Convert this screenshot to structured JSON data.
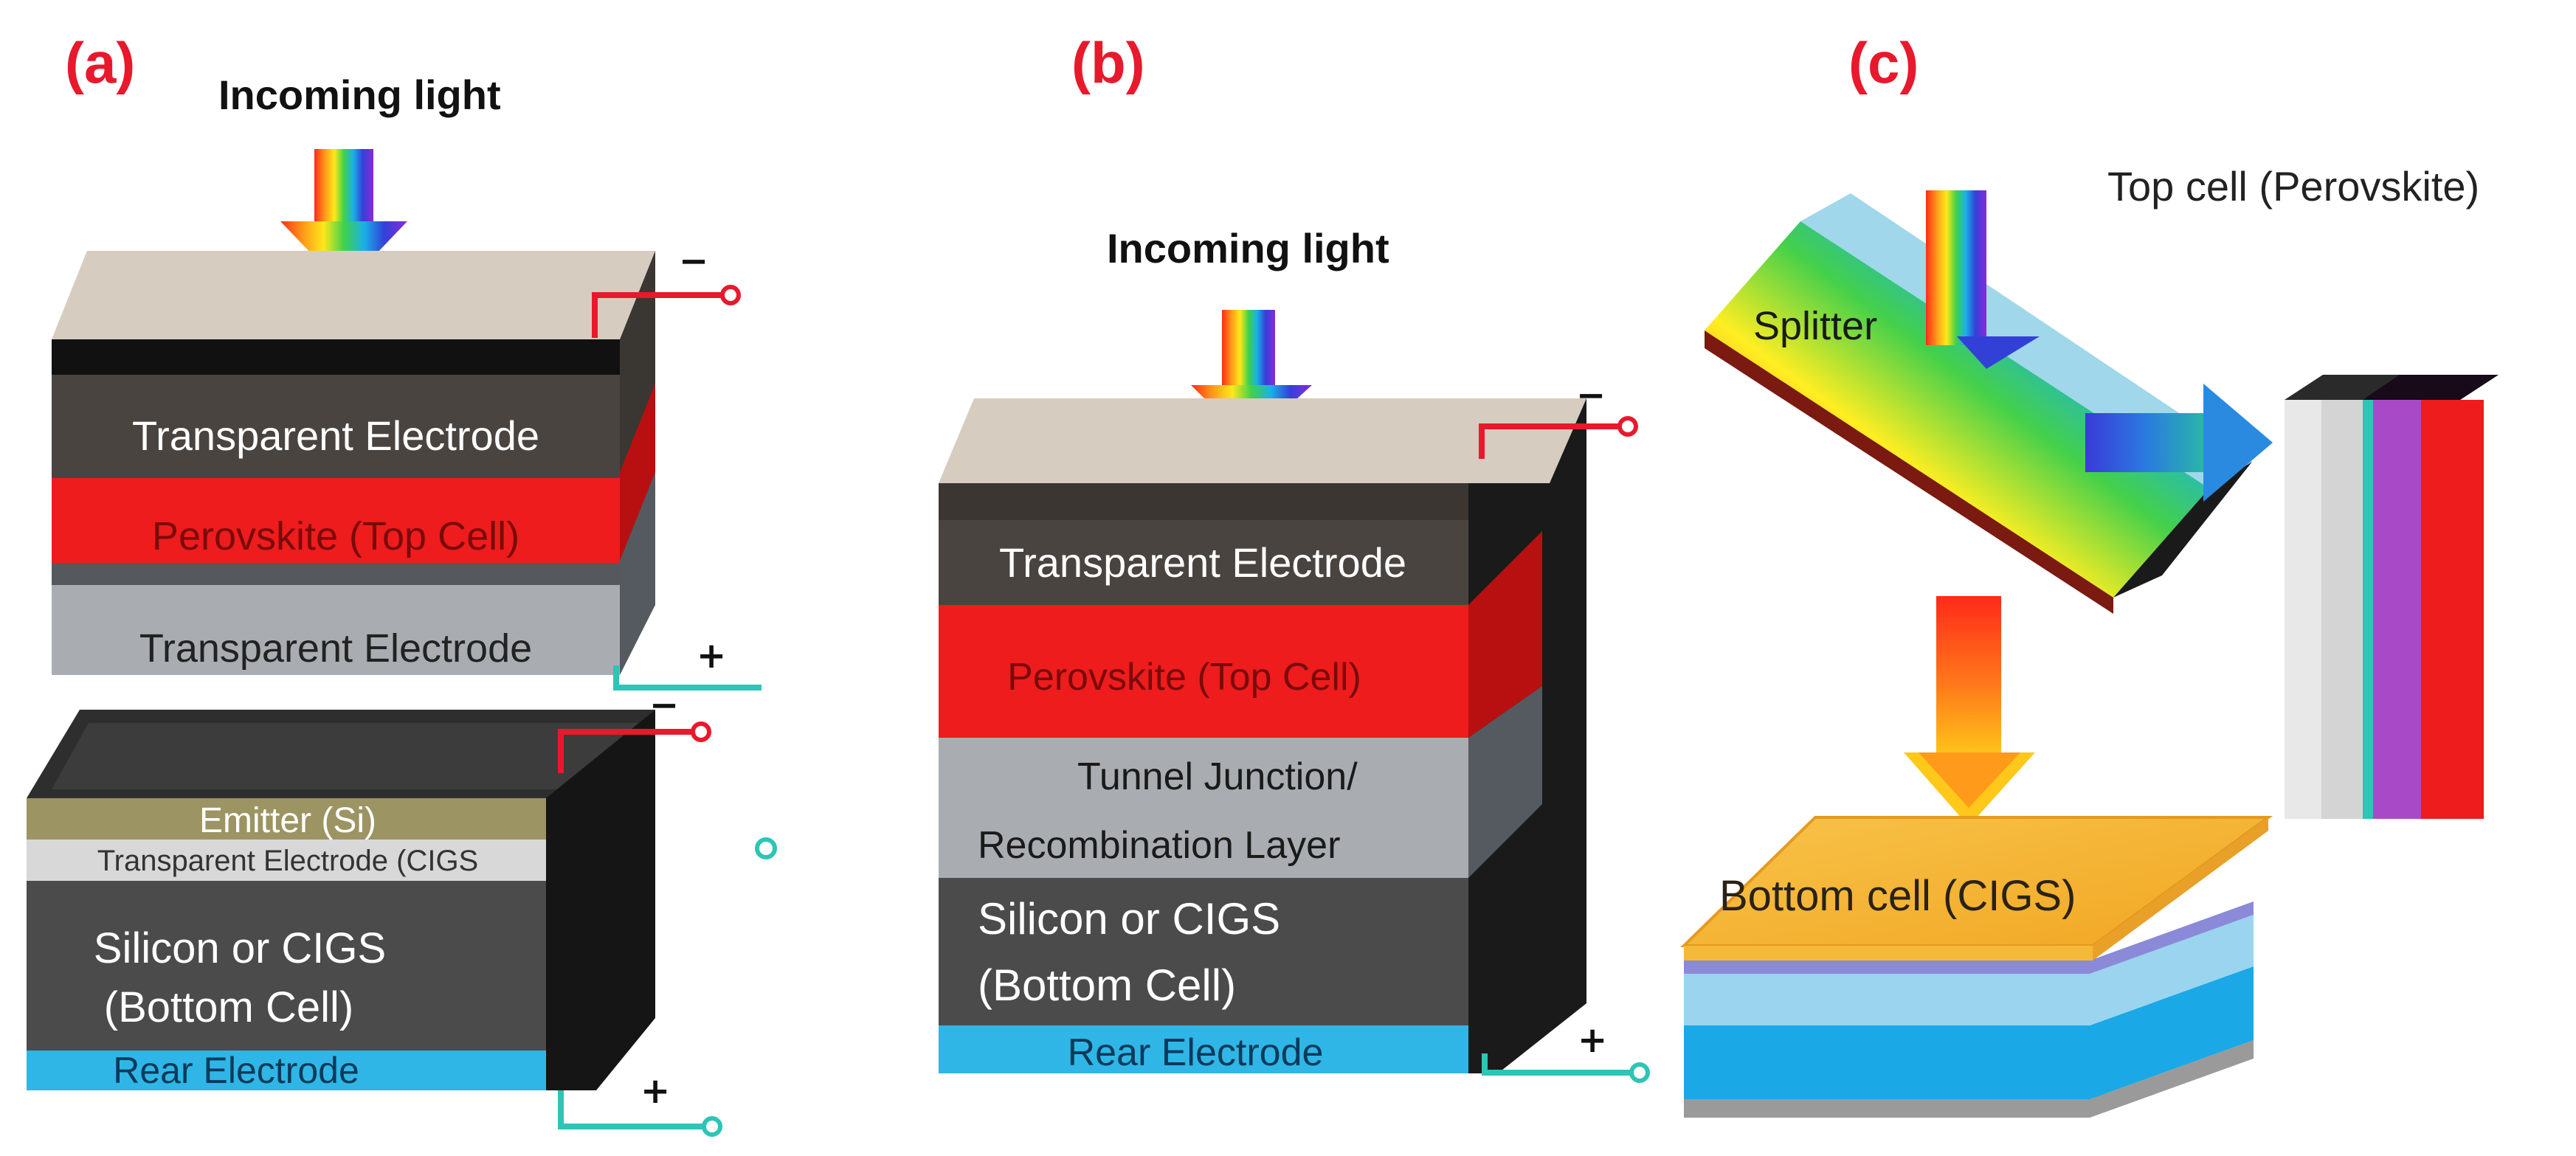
{
  "panels": {
    "a": {
      "label": "(a)",
      "incoming_light": "Incoming light",
      "top_stack": {
        "layers": [
          "Transparent Electrode",
          "Perovskite (Top Cell)",
          "Transparent Electrode"
        ],
        "minus": "−",
        "plus": "+"
      },
      "bottom_stack": {
        "layers": [
          "Emitter (Si)",
          "Transparent Electrode (CIGS",
          "Silicon or CIGS",
          "(Bottom Cell)",
          "Rear Electrode"
        ],
        "minus": "−",
        "plus": "+"
      }
    },
    "b": {
      "label": "(b)",
      "incoming_light": "Incoming light",
      "layers": [
        "Transparent Electrode",
        "Perovskite (Top Cell)",
        "Tunnel Junction/",
        "Recombination Layer",
        "Silicon or CIGS",
        "(Bottom Cell)",
        "Rear Electrode"
      ],
      "minus": "−",
      "plus": "+"
    },
    "c": {
      "label": "(c)",
      "splitter": "Splitter",
      "top_cell": "Top cell (Perovskite)",
      "bottom_cell": "Bottom cell (CIGS)"
    }
  },
  "colors": {
    "panel_label": "#e8192c",
    "perovskite": "#ee1c1c",
    "electrode_dark": "#4a4440",
    "electrode_grey": "#a9adb2",
    "silicon": "#4b4b4b",
    "rear_electrode": "#2fb6e6",
    "emitter": "#9c9462",
    "top_face": "#d6ccc0",
    "wire_red": "#e8192c",
    "wire_teal": "#2ec4b6",
    "bottom_cell_top": "#f5b93a"
  }
}
